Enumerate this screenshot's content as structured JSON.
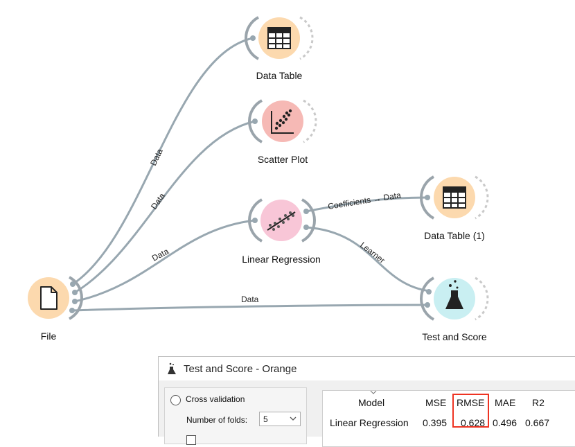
{
  "widgets": {
    "data_table": "Data Table",
    "scatter_plot": "Scatter Plot",
    "linear_regression": "Linear Regression",
    "data_table_1": "Data Table (1)",
    "test_and_score": "Test and Score",
    "file": "File"
  },
  "links": {
    "file_to_data_table": "Data",
    "file_to_scatter": "Data",
    "file_to_linreg": "Data",
    "file_to_test": "Data",
    "linreg_to_table": "Coefficients → Data",
    "linreg_to_test": "Learner"
  },
  "colors": {
    "orange_node": "#fcd9ae",
    "red_node": "#f6b9b5",
    "pink_node": "#f8c6d7",
    "cyan_node": "#c9eff2",
    "link": "#98a7b0",
    "highlight": "#e32222"
  },
  "dialog": {
    "title": "Test and Score - Orange",
    "cross_validation_label": "Cross validation",
    "folds_label": "Number of folds:",
    "folds_value": "5",
    "table": {
      "headers": [
        "Model",
        "MSE",
        "RMSE",
        "MAE",
        "R2"
      ],
      "row": [
        "Linear Regression",
        "0.395",
        "0.628",
        "0.496",
        "0.667"
      ]
    }
  }
}
